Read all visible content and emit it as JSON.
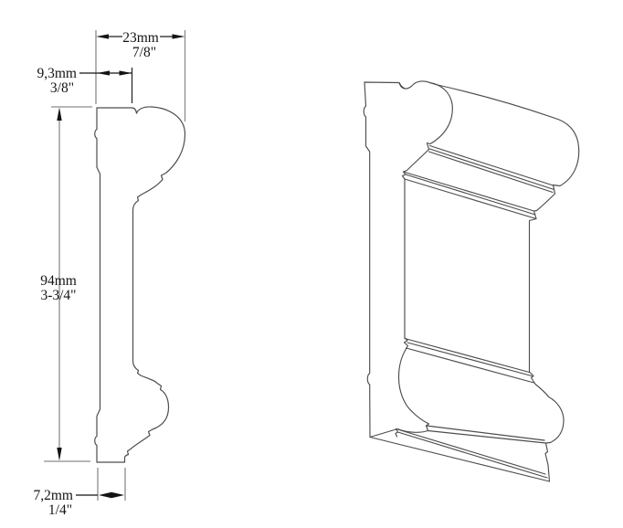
{
  "drawing": {
    "type": "technical-moulding-profile-drawing",
    "background": "#ffffff",
    "outline_color": "#4d4d4d",
    "dim_line_color": "#8c8c8c",
    "text_color": "#141414",
    "views": {
      "left": "profile-cross-section",
      "right": "perspective-view"
    },
    "dimensions": {
      "width": {
        "metric": "23mm",
        "imperial": "7/8\""
      },
      "top_flat": {
        "metric": "9,3mm",
        "imperial": "3/8\""
      },
      "height": {
        "metric": "94mm",
        "imperial": "3-3/4\""
      },
      "bottom_flat": {
        "metric": "7,2mm",
        "imperial": "1/4\""
      }
    }
  }
}
